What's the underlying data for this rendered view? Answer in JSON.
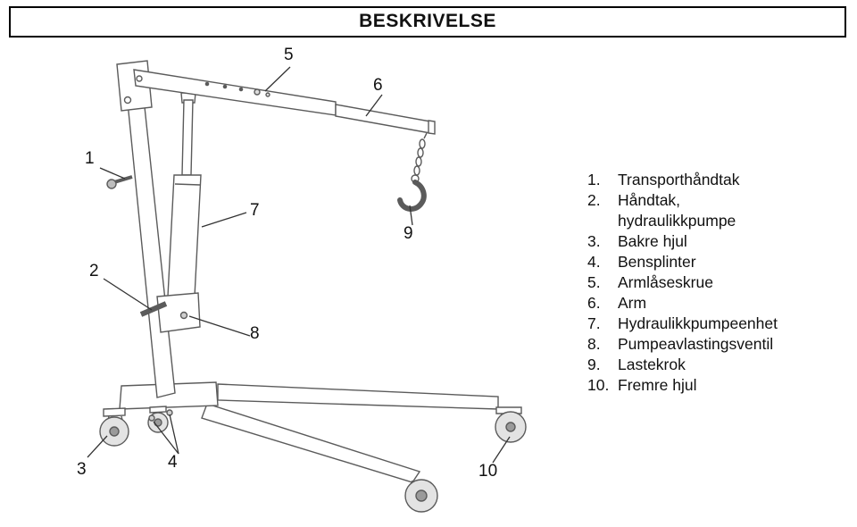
{
  "title": "BESKRIVELSE",
  "diagram": {
    "callouts": [
      {
        "label": "1"
      },
      {
        "label": "2"
      },
      {
        "label": "3"
      },
      {
        "label": "4"
      },
      {
        "label": "5"
      },
      {
        "label": "6"
      },
      {
        "label": "7"
      },
      {
        "label": "8"
      },
      {
        "label": "9"
      },
      {
        "label": "10"
      }
    ]
  },
  "legend": {
    "items": [
      {
        "num": "1.",
        "text": "Transporthåndtak"
      },
      {
        "num": "2.",
        "text": "Håndtak,\nhydraulikkpumpe"
      },
      {
        "num": "3.",
        "text": "Bakre hjul"
      },
      {
        "num": "4.",
        "text": "Bensplinter"
      },
      {
        "num": "5.",
        "text": "Armlåseskrue"
      },
      {
        "num": "6.",
        "text": "Arm"
      },
      {
        "num": "7.",
        "text": "Hydraulikkpumpeenhet"
      },
      {
        "num": "8.",
        "text": "Pumpeavlastingsventil"
      },
      {
        "num": "9.",
        "text": "Lastekrok"
      },
      {
        "num": "10.",
        "text": "Fremre hjul"
      }
    ]
  }
}
